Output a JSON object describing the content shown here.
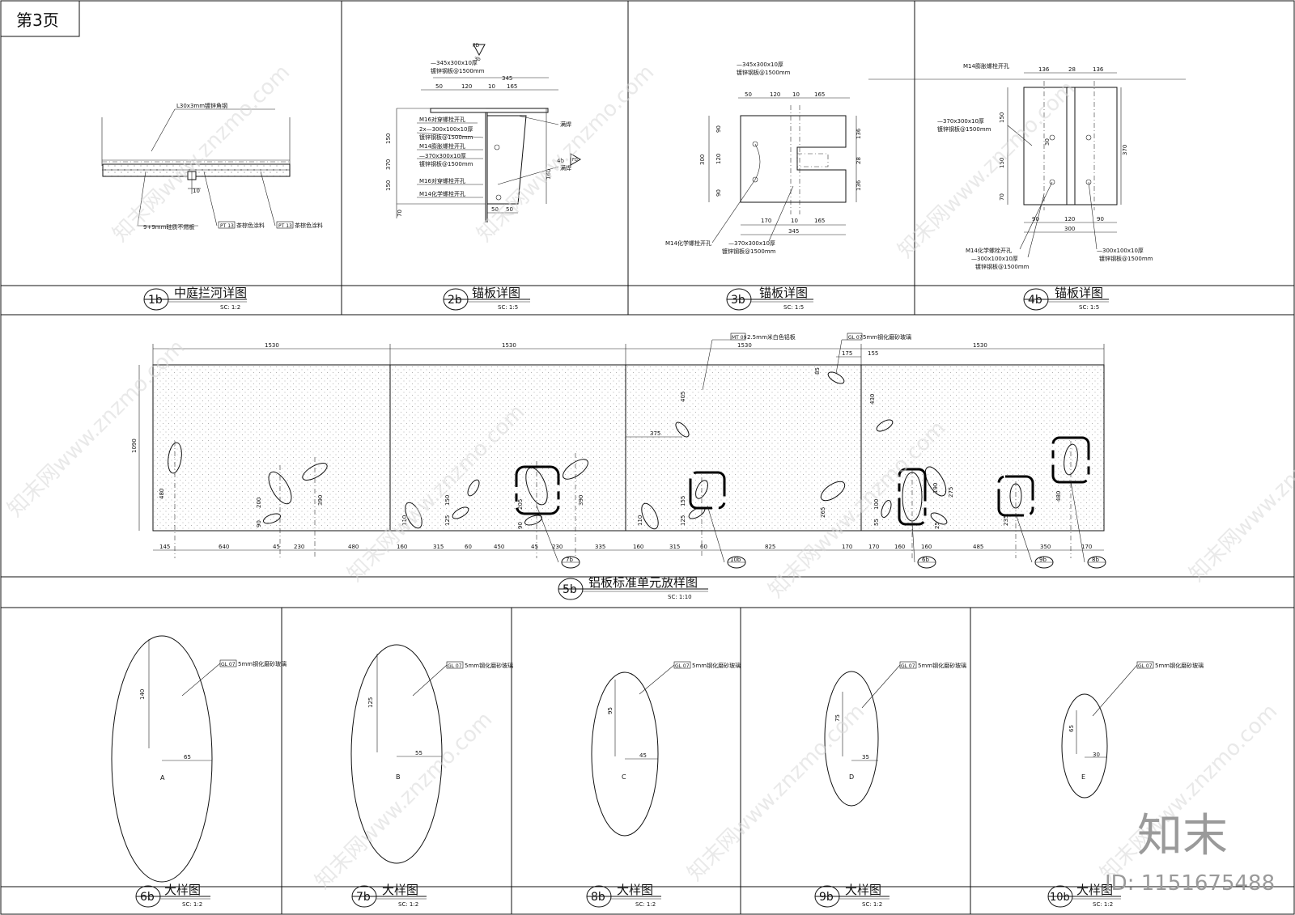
{
  "page_label": "第3页",
  "top_panels": [
    {
      "num": "1b",
      "title": "中庭拦河详图",
      "scale": "SC:  1:2",
      "labels": {
        "angle": "L30x3mm镀锌角钢",
        "board": "9+9mm硅质不燃板",
        "paint1": "茶棕色涂料",
        "paint2": "茶棕色涂料",
        "dim10": "10",
        "tag": "PT 13"
      }
    },
    {
      "num": "2b",
      "title": "锚板详图",
      "scale": "SC:  1:5",
      "labels": {
        "plate": "—345x300x10厚",
        "plate2": "镀锌钢板@1500mm",
        "h1": "M16对穿螺栓开孔",
        "h2": "2x—300x100x10厚",
        "h3": "镀锌钢板@1500mm",
        "h4": "M14膨胀螺栓开孔",
        "h5": "—370x300x10厚",
        "h6": "镀锌钢板@1500mm",
        "h7": "M16对穿螺栓开孔",
        "h8": "M14化学螺栓开孔",
        "weld1": "满焊",
        "weld2": "满焊",
        "d50": "50",
        "d120": "120",
        "d10": "10",
        "d165": "165",
        "d345": "345",
        "d370": "370",
        "d150a": "150",
        "d150b": "150",
        "d70": "70",
        "d160": "160",
        "d50b": "50",
        "d50c": "50",
        "fd": "FD",
        "sec3": "3b",
        "sec4": "4b"
      }
    },
    {
      "num": "3b",
      "title": "锚板详图",
      "scale": "SC:  1:5",
      "labels": {
        "plate": "—345x300x10厚",
        "plate2": "镀锌钢板@1500mm",
        "bolt": "M14化学螺栓开孔",
        "plate3": "—370x300x10厚",
        "plate4": "镀锌钢板@1500mm",
        "d50": "50",
        "d120": "120",
        "d10": "10",
        "d165": "165",
        "d90a": "90",
        "d120b": "120",
        "d90b": "90",
        "d300": "300",
        "d136a": "136",
        "d28": "28",
        "d136b": "136",
        "d170": "170",
        "d10b": "10",
        "d165b": "165",
        "d345": "345"
      }
    },
    {
      "num": "4b",
      "title": "锚板详图",
      "scale": "SC:  1:5",
      "labels": {
        "bolt": "M14膨胀螺栓开孔",
        "plate": "—370x300x10厚",
        "plate2": "镀锌钢板@1500mm",
        "bolt2": "M14化学螺栓开孔",
        "plate3": "—300x100x10厚",
        "plate4": "镀锌钢板@1500mm",
        "plate5": "—300x100x10厚",
        "plate6": "镀锌钢板@1500mm",
        "d136a": "136",
        "d28": "28",
        "d136b": "136",
        "d150a": "150",
        "d150b": "150",
        "d70": "70",
        "d370": "370",
        "d90a": "90",
        "d120": "120",
        "d90b": "90",
        "d300": "300",
        "d30": "30"
      }
    }
  ],
  "elevation": {
    "num": "5b",
    "title": "铝板标准单元放样图",
    "scale": "SC:  1:10",
    "top_dims": [
      "1530",
      "1530",
      "1530",
      "1530"
    ],
    "height": "1090",
    "note_mt": "2.5mm米白色铝板",
    "tag_mt": "MT 09",
    "note_gl": "5mm钢化磨砂玻璃",
    "tag_gl": "GL 07",
    "bottom_dims": [
      "145",
      "640",
      "45",
      "230",
      "480",
      "160",
      "315",
      "60",
      "450",
      "45",
      "230",
      "335",
      "160",
      "315",
      "60",
      "825",
      "170",
      "170",
      "160",
      "160",
      "485",
      "350",
      "170"
    ],
    "inner_dims": {
      "d480a": "480",
      "d200": "200",
      "d90": "90",
      "d390a": "390",
      "d110a": "110",
      "d125a": "125",
      "d150": "150",
      "d205": "205",
      "d390b": "390",
      "d90b": "90",
      "d110b": "110",
      "d125b": "125",
      "d155": "155",
      "d265": "265",
      "d405": "405",
      "d375": "375",
      "d175": "175",
      "d155b": "155",
      "d430": "430",
      "d85": "85",
      "d100": "100",
      "d55": "55",
      "d190": "190",
      "d275": "275",
      "d480b": "480",
      "d235": "235",
      "d25": "25"
    },
    "callouts": [
      "7b",
      "10b",
      "6b",
      "9b",
      "8b"
    ]
  },
  "details": [
    {
      "num": "6b",
      "title": "大样图",
      "scale": "SC:  1:2",
      "letter": "A",
      "v": "140",
      "h": "65",
      "tag": "GL 07",
      "note": "5mm钢化磨砂玻璃"
    },
    {
      "num": "7b",
      "title": "大样图",
      "scale": "SC:  1:2",
      "letter": "B",
      "v": "125",
      "h": "55",
      "tag": "GL 07",
      "note": "5mm钢化磨砂玻璃"
    },
    {
      "num": "8b",
      "title": "大样图",
      "scale": "SC:  1:2",
      "letter": "C",
      "v": "95",
      "h": "45",
      "tag": "GL 07",
      "note": "5mm钢化磨砂玻璃"
    },
    {
      "num": "9b",
      "title": "大样图",
      "scale": "SC:  1:2",
      "letter": "D",
      "v": "75",
      "h": "35",
      "tag": "GL 07",
      "note": "5mm钢化磨砂玻璃"
    },
    {
      "num": "10b",
      "title": "大样图",
      "scale": "SC:  1:2",
      "letter": "E",
      "v": "65",
      "h": "30",
      "tag": "GL 07",
      "note": "5mm钢化磨砂玻璃"
    }
  ],
  "watermark": "知末网www.znzmo.com",
  "brand": "知末",
  "id_text": "ID: 1151675488"
}
